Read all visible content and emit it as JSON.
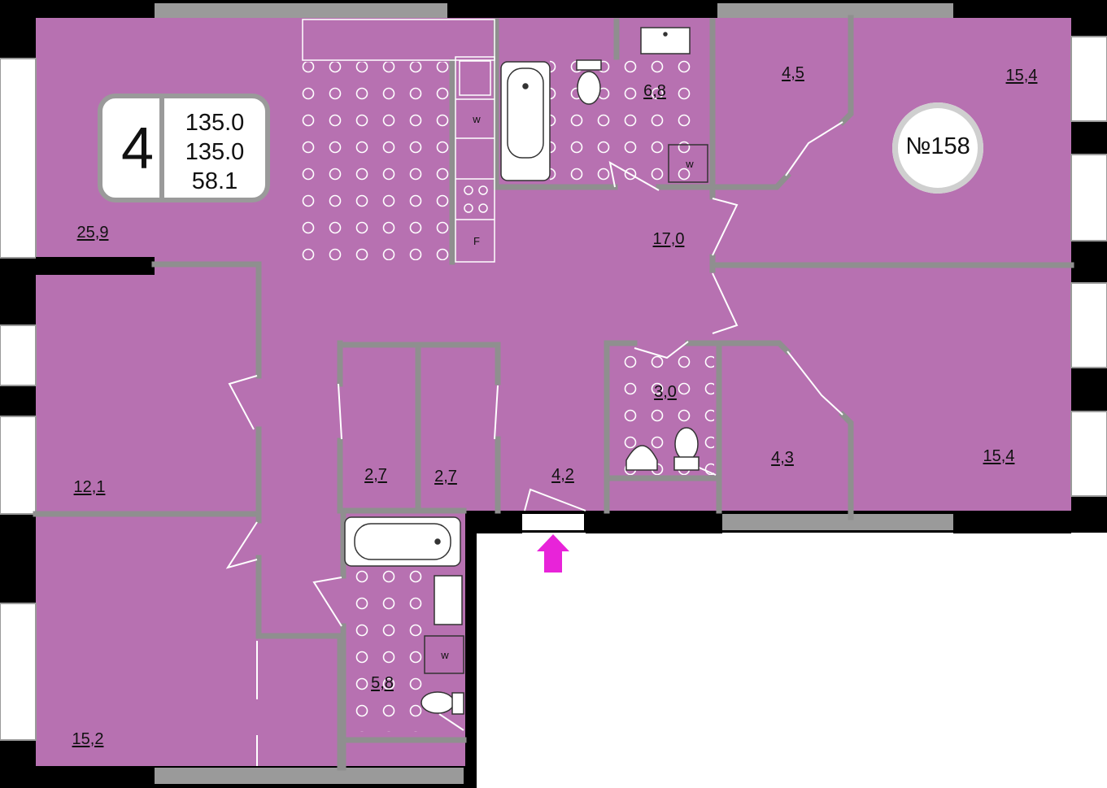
{
  "summary": {
    "rooms_count": "4",
    "total_area": "135.0",
    "area_2": "135.0",
    "living_area": "58.1"
  },
  "apartment_number": "№158",
  "rooms": {
    "kitchen_living": "25,9",
    "bathroom_top": "6,8",
    "closet_top": "4,5",
    "bedroom_top_right": "15,4",
    "hall": "17,0",
    "bedroom_left_mid": "12,1",
    "closet_left": "2,7",
    "closet_right": "2,7",
    "entrance": "4,2",
    "wc": "3,0",
    "closet_right_mid": "4,3",
    "bedroom_mid_right": "15,4",
    "bathroom_bottom": "5,8",
    "bedroom_bottom_left": "15,2"
  },
  "colors": {
    "floor": "#B771B1",
    "wall": "#8F8F8F",
    "outer_wall": "#000000",
    "tile_dot": "#ffffff",
    "entry_arrow": "#E823D9"
  },
  "fixture_labels": {
    "washer": "w",
    "fridge": "F"
  }
}
